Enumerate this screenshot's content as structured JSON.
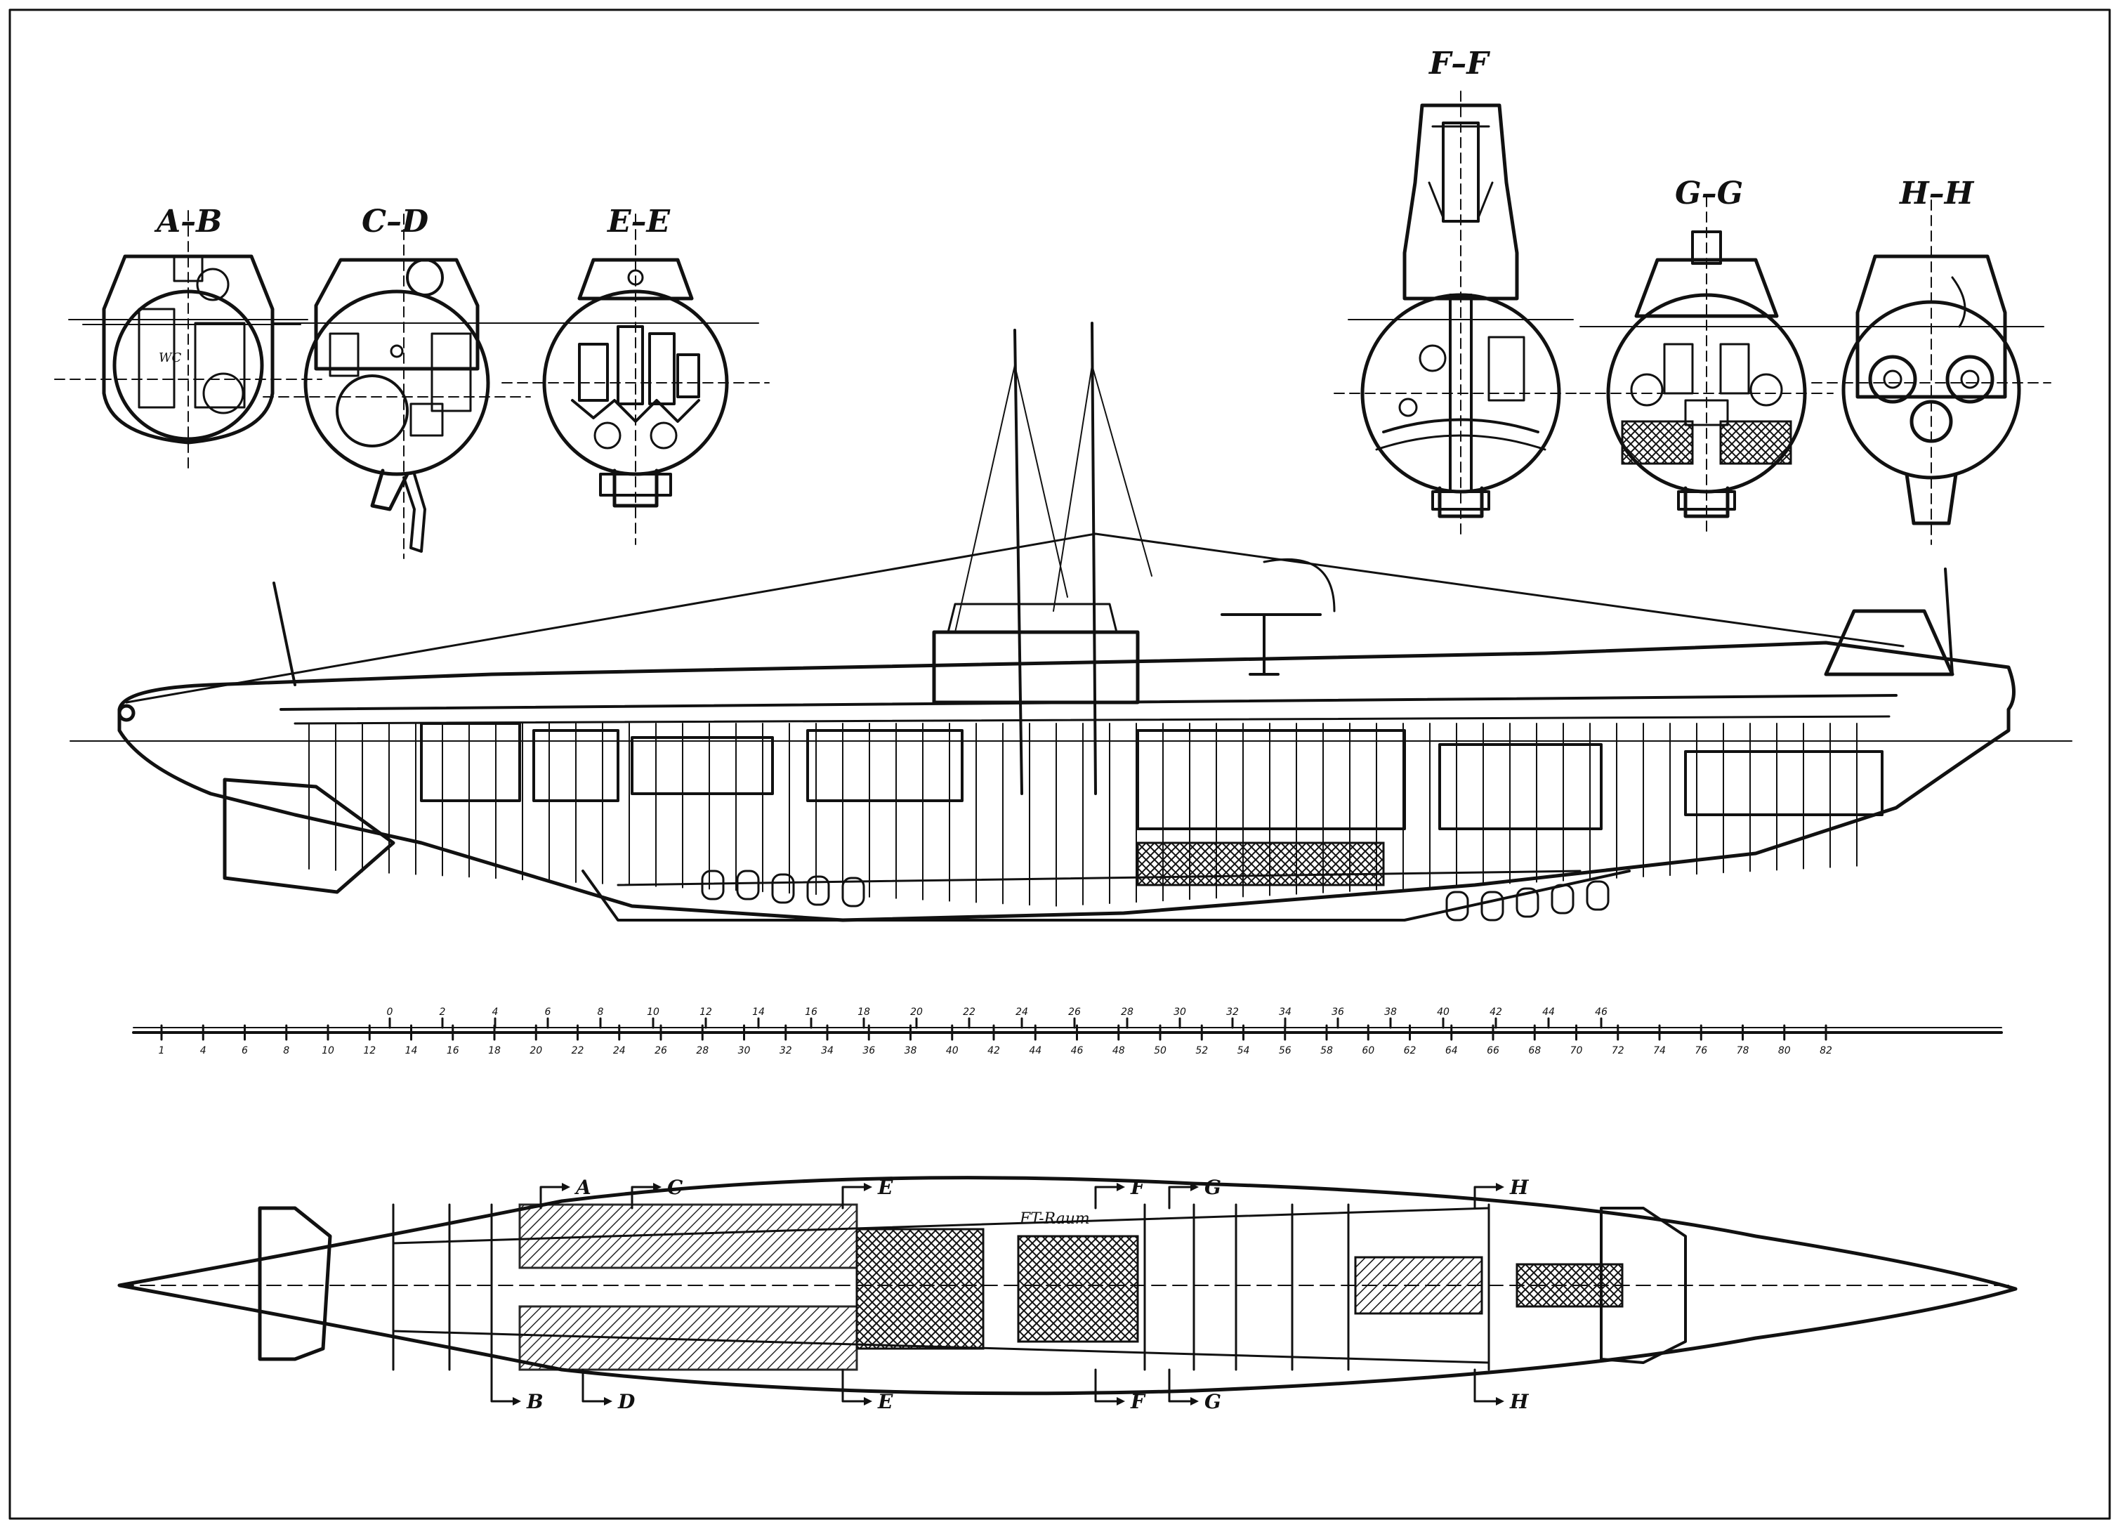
{
  "sections": [
    {
      "id": "ab",
      "label": "A–B"
    },
    {
      "id": "cd",
      "label": "C–D"
    },
    {
      "id": "ee",
      "label": "E–E"
    },
    {
      "id": "ff",
      "label": "F–F"
    },
    {
      "id": "gg",
      "label": "G–G"
    },
    {
      "id": "hh",
      "label": "H–H"
    }
  ],
  "section_marks": {
    "top": [
      "A",
      "C",
      "E",
      "F",
      "G",
      "H"
    ],
    "bottom": [
      "B",
      "D",
      "E",
      "F",
      "G",
      "H"
    ]
  },
  "room_label": "FT-Raum",
  "wc_label": "WC",
  "scale": {
    "lower_ticks": [
      "1",
      "4",
      "6",
      "8",
      "10",
      "12",
      "14",
      "16",
      "18",
      "20",
      "22",
      "24",
      "26",
      "28",
      "30",
      "32",
      "34",
      "36",
      "38",
      "40",
      "42",
      "44",
      "46",
      "48",
      "50",
      "52",
      "54",
      "56",
      "58",
      "60",
      "62",
      "64",
      "66",
      "68",
      "70",
      "72",
      "74",
      "76",
      "78",
      "80",
      "82"
    ],
    "upper_ticks": [
      "0",
      "2",
      "4",
      "6",
      "8",
      "10",
      "12",
      "14",
      "16",
      "18",
      "20",
      "22",
      "24",
      "26",
      "28",
      "30",
      "32",
      "34",
      "36",
      "38",
      "40",
      "42",
      "44",
      "46"
    ]
  }
}
